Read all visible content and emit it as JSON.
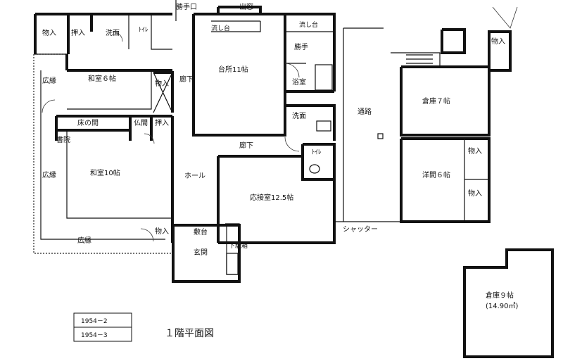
{
  "rooms": {
    "oshiire_left": "物入",
    "oshiire_push": "押入",
    "senmen_top": "洗面",
    "toilet_top": "ﾄｲﾚ",
    "katte_guchi": "勝手口",
    "demado": "出窓",
    "nagashidai_left": "流し台",
    "nagashidai_right": "流し台",
    "katte": "勝手",
    "monoire_topright": "物入",
    "hiroen_1": "広縁",
    "washitsu6": "和室６帖",
    "monoire_mid": "物入",
    "roka_1": "廊下",
    "daidokoro": "台所11帖",
    "yokushitsu": "浴室",
    "tsuro": "通路",
    "souko7": "倉庫７帖",
    "senmen_mid": "洗面",
    "tokonoma": "床の間",
    "butsuma": "仏間",
    "oshiire_mid": "押入",
    "shoin": "書院",
    "roka_2": "廊下",
    "toilet_mid": "ﾄｲﾚ",
    "hiroen_2": "広縁",
    "washitsu10": "和室10帖",
    "hall": "ホール",
    "monoire_yoma_1": "物入",
    "youma6": "洋間６帖",
    "monoire_yoma_2": "物入",
    "osetsu": "応接室12.5帖",
    "shutter": "シャッター",
    "monoire_genkan": "物入",
    "shikidai": "敷台",
    "hiroen_3": "広縁",
    "getabako": "下駄箱",
    "genkan": "玄関",
    "souko9": "倉庫９帖",
    "souko9_area": "(14.90㎡)"
  },
  "stamp": {
    "line1": "1954－2",
    "line2": "1954－3"
  },
  "title": "１階平面図"
}
